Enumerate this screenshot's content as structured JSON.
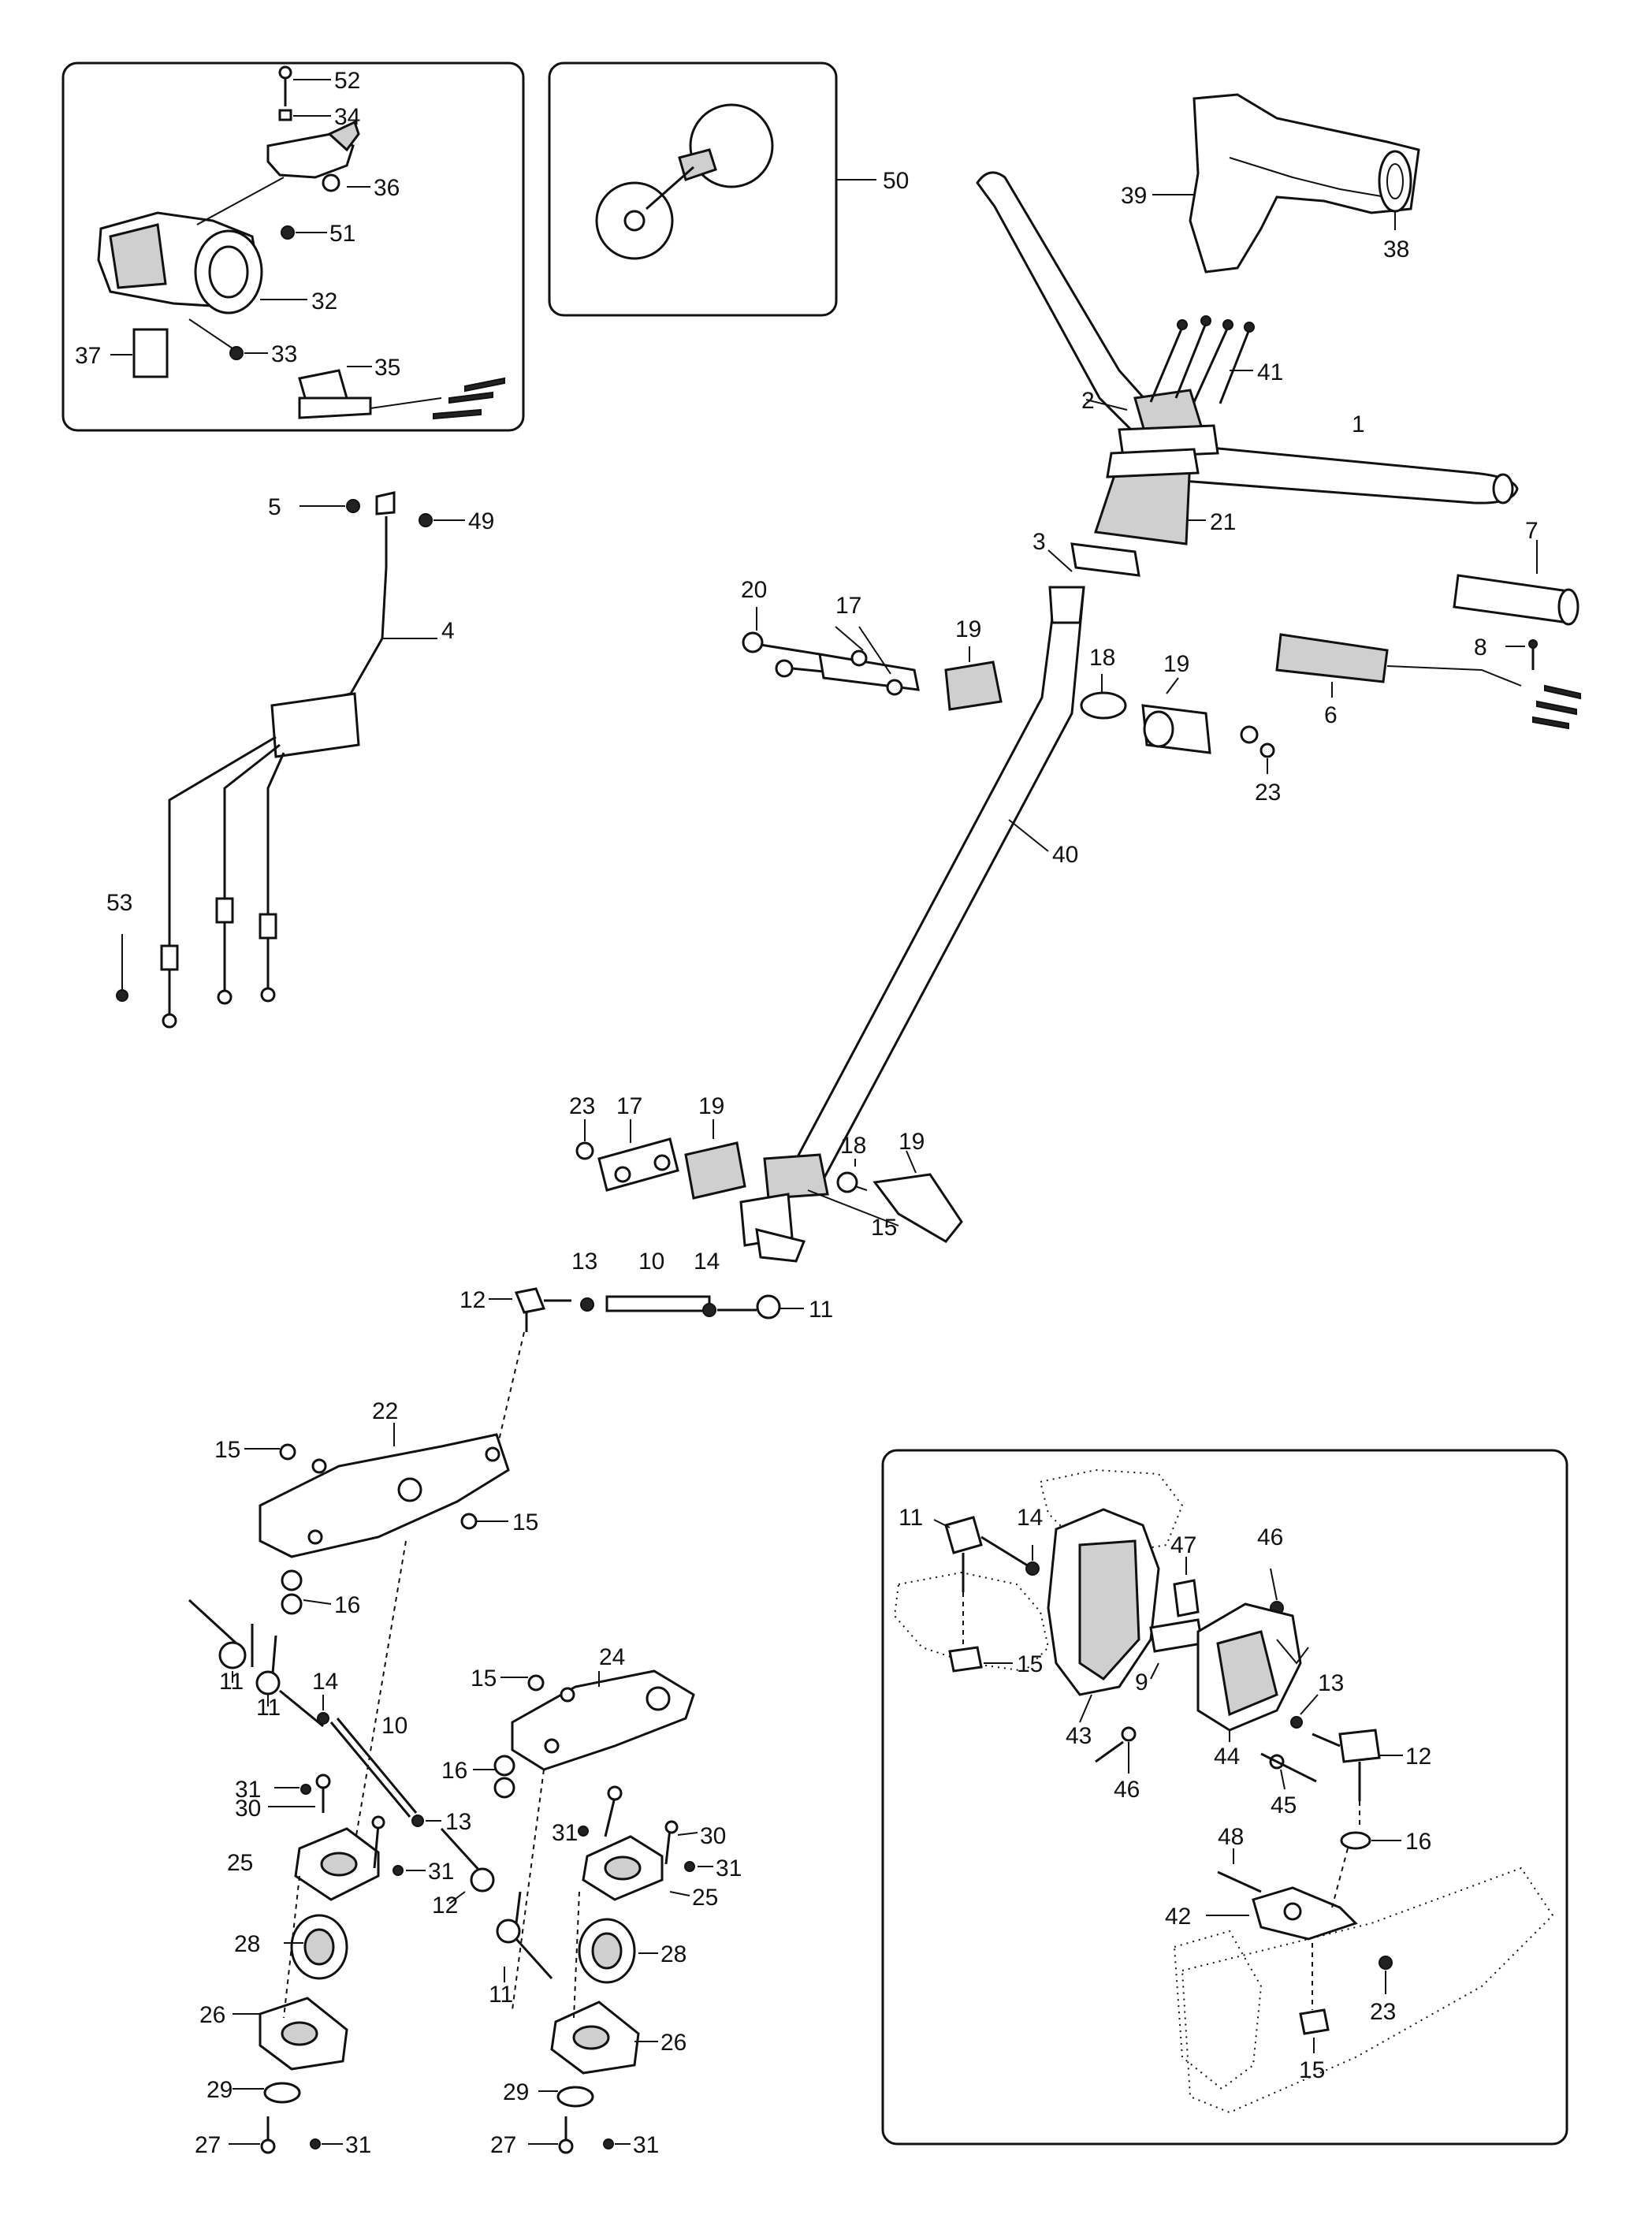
{
  "diagram": {
    "callouts": {
      "c52": "52",
      "c34": "34",
      "c36": "36",
      "c51": "51",
      "c32": "32",
      "c37": "37",
      "c33": "33",
      "c35": "35",
      "c50": "50",
      "c39": "39",
      "c38": "38",
      "c41": "41",
      "c2": "2",
      "c1": "1",
      "c21": "21",
      "c5": "5",
      "c49": "49",
      "c4": "4",
      "c53": "53",
      "c3": "3",
      "c20": "20",
      "c17a": "17",
      "c19a": "19",
      "c18a": "18",
      "c19b": "19",
      "c23a": "23",
      "c7": "7",
      "c8": "8",
      "c6": "6",
      "c40": "40",
      "c23b": "23",
      "c17b": "17",
      "c19c": "19",
      "c18b": "18",
      "c19d": "19",
      "c15a": "15",
      "c12a": "12",
      "c13a": "13",
      "c10a": "10",
      "c14a": "14",
      "c11a": "11",
      "c22": "22",
      "c15b": "15",
      "c15c": "15",
      "c16a": "16",
      "c11b": "11",
      "c11c": "11",
      "c14b": "14",
      "c10b": "10",
      "c15d": "15",
      "c24": "24",
      "c16b": "16",
      "c31a": "31",
      "c30a": "30",
      "c13b": "13",
      "c25a": "25",
      "c31b": "31",
      "c12b": "12",
      "c31c": "31",
      "c30b": "30",
      "c31d": "31",
      "c25b": "25",
      "c28a": "28",
      "c28b": "28",
      "c11d": "11",
      "c26a": "26",
      "c26b": "26",
      "c29a": "29",
      "c29b": "29",
      "c27a": "27",
      "c31e": "31",
      "c27b": "27",
      "c31f": "31",
      "c11e": "11",
      "c14c": "14",
      "c47": "47",
      "c46": "46",
      "c15e": "15",
      "c9": "9",
      "c13c": "13",
      "c43": "43",
      "c44": "44",
      "c12c": "12",
      "c46b": "46",
      "c45": "45",
      "c16c": "16",
      "c48": "48",
      "c42": "42",
      "c23c": "23",
      "c15f": "15"
    }
  }
}
